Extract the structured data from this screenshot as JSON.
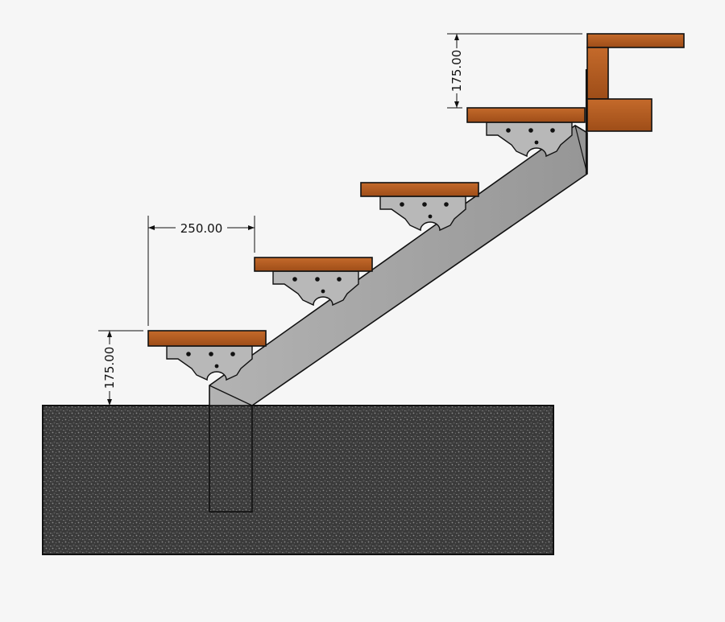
{
  "dimensions": {
    "tread_depth": "250.00",
    "bottom_rise": "175.00",
    "top_rise": "175.00"
  },
  "colors": {
    "background": "#f6f6f6",
    "wood": "#b65d21",
    "steel": "#a8a8a8",
    "bracket": "#b9b9b9",
    "concrete": "#3b3b3b",
    "outline": "#111111"
  },
  "icons": {
    "tread": "wood-tread",
    "bracket": "steel-tread-bracket",
    "stringer": "steel-stringer",
    "footing": "concrete-footing",
    "landing": "timber-landing"
  }
}
